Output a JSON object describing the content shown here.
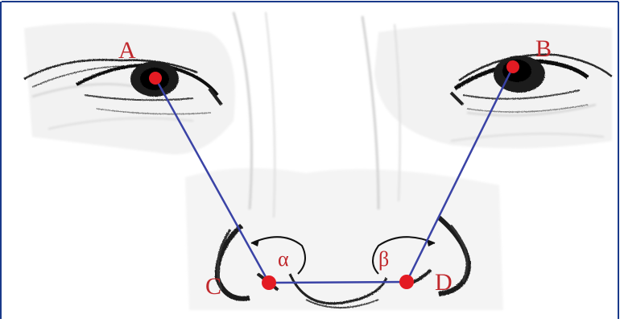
{
  "labels": {
    "point_a": "A",
    "point_b": "B",
    "point_c": "C",
    "point_d": "D",
    "angle_alpha": "α",
    "angle_beta": "β"
  },
  "colors": {
    "frame": "#1a3a8a",
    "segment": "#3a43a6",
    "point": "#e31b23",
    "label": "#c0282c",
    "sketch": "#1a1a1a",
    "sketch_light": "#b8b8b8"
  }
}
